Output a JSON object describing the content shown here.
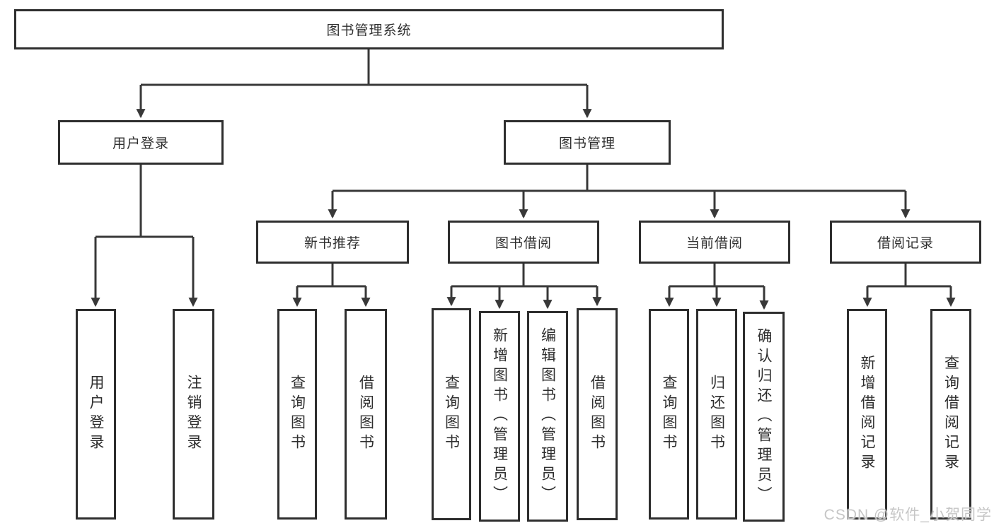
{
  "tree": {
    "label": "图书管理系统",
    "children": [
      {
        "label": "用户登录",
        "children": [
          {
            "label": "用户登录"
          },
          {
            "label": "注销登录"
          }
        ]
      },
      {
        "label": "图书管理",
        "children": [
          {
            "label": "新书推荐",
            "children": [
              {
                "label": "查询图书"
              },
              {
                "label": "借阅图书"
              }
            ]
          },
          {
            "label": "图书借阅",
            "children": [
              {
                "label": "查询图书"
              },
              {
                "label": "新增图书（管理员）"
              },
              {
                "label": "编辑图书（管理员）"
              },
              {
                "label": "借阅图书"
              }
            ]
          },
          {
            "label": "当前借阅",
            "children": [
              {
                "label": "查询图书"
              },
              {
                "label": "归还图书"
              },
              {
                "label": "确认归还（管理员）"
              }
            ]
          },
          {
            "label": "借阅记录",
            "children": [
              {
                "label": "新增借阅记录"
              },
              {
                "label": "查询借阅记录"
              }
            ]
          }
        ]
      }
    ]
  },
  "watermark": {
    "text": "CSDN @软件_小贺同学"
  },
  "colors": {
    "line": "#383838",
    "box_border": "#2e2e2e",
    "text": "#2f2f2f",
    "watermark": "#c6c6c6",
    "background": "#ffffff"
  }
}
